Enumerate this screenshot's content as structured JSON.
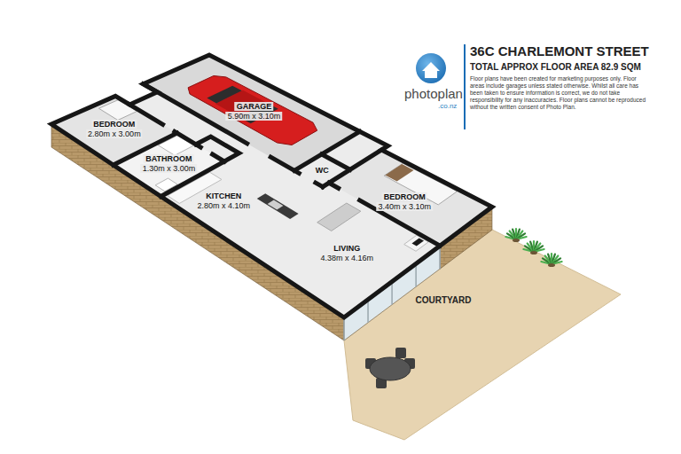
{
  "diagram": {
    "title": "36C CHARLEMONT STREET",
    "labels": [
      "TOTAL APPROX FLOOR AREA 82.9 SQM",
      "Floor plans have been created for marketing purposes only. Floor areas include garages unless stated otherwise. Whilst all care has been taken to ensure information is correct, we do not take responsibility for any inaccuracies. Floor plans cannot be reproduced without the written consent of Photo Plan.",
      "photoplan",
      ".co.nz",
      "BEDROOM",
      "2.80m x 3.00m",
      "BATHROOM",
      "1.30m x 3.00m",
      "KITCHEN",
      "2.80m x 4.10m",
      "GARAGE",
      "5.90m x 3.10m",
      "WC",
      "BEDROOM",
      "3.40m x 3.10m",
      "LIVING",
      "4.38m x 4.16m",
      "COURTYARD"
    ]
  }
}
